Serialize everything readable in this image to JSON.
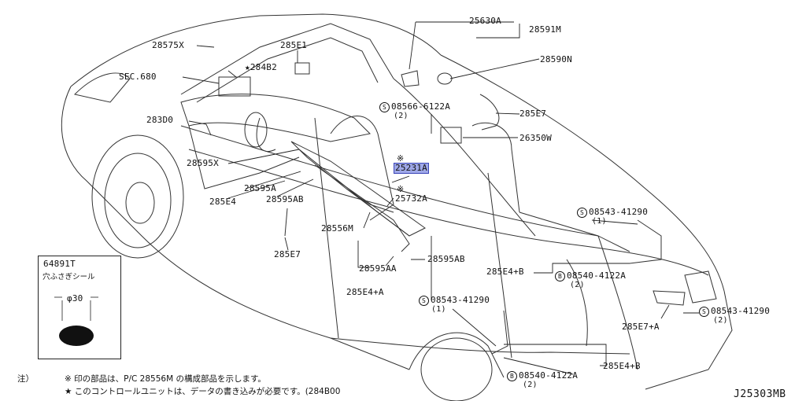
{
  "diagram_code": "J25303MB",
  "parts": {
    "p28575X": "28575X",
    "p285E1": "285E1",
    "p284B2": "284B2",
    "sec680": "SEC.680",
    "p283D0": "283D0",
    "p28595X": "28595X",
    "p28595A": "28595A",
    "p285E4": "285E4",
    "p28595AB_l": "28595AB",
    "p285E7_l": "285E7",
    "p25630A": "25630A",
    "p28591M": "28591M",
    "p28590N": "28590N",
    "bolt_08566": "08566-6122A",
    "bolt_08566_qty": "(2)",
    "p285E7_r": "285E7",
    "p26350W": "26350W",
    "p25231A": "25231A",
    "p25732A": "25732A",
    "p28556M": "28556M",
    "bolt_08543_a": "08543-41290",
    "bolt_08543_a_qty": "(1)",
    "p285E4B_a": "285E4+B",
    "bolt_08540_a": "08540-4122A",
    "bolt_08540_a_qty": "(2)",
    "p28595AB_c": "28595AB",
    "p28595AA": "28595AA",
    "p285E4A": "285E4+A",
    "bolt_08543_b": "08543-41290",
    "bolt_08543_b_qty": "(1)",
    "p285E7A": "285E7+A",
    "bolt_08543_c": "08543-41290",
    "bolt_08543_c_qty": "(2)",
    "p285E4B_b": "285E4+B",
    "bolt_08540_b": "08540-4122A",
    "bolt_08540_b_qty": "(2)"
  },
  "symbols": {
    "s": "S",
    "b": "B",
    "star": "★",
    "kome": "※"
  },
  "seal_box": {
    "part": "64891T",
    "name": "穴ふさぎシール",
    "diameter": "φ30"
  },
  "notes": {
    "prefix": "注）",
    "line1": "※ 印の部品は、P/C 28556M の構成部品を示します。",
    "line2": "★ このコントロールユニットは、データの書き込みが必要です。(284B00"
  }
}
